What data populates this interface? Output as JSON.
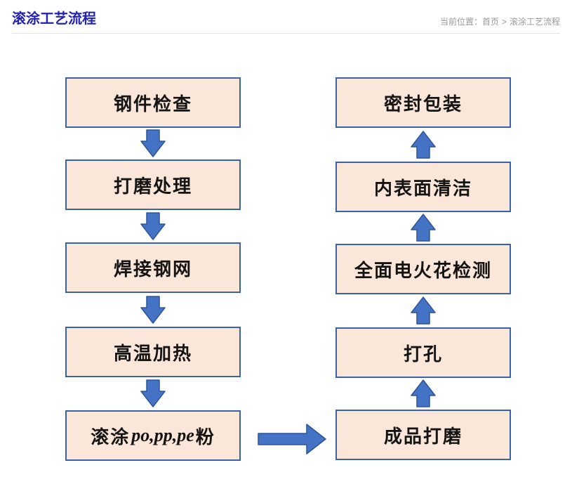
{
  "header": {
    "title": "滚涂工艺流程",
    "breadcrumb": {
      "label": "当前位置：",
      "home": "首页",
      "separator": ">",
      "current": "滚涂工艺流程"
    }
  },
  "flow": {
    "left_column_top_to_bottom": [
      {
        "label": "钢件检查"
      },
      {
        "label": "打磨处理"
      },
      {
        "label": "焊接钢网"
      },
      {
        "label": "高温加热"
      },
      {
        "prefix": "滚涂 ",
        "latin": "po,pp,pe",
        "suffix": " 粉"
      }
    ],
    "right_column_top_to_bottom": [
      {
        "label": "密封包装"
      },
      {
        "label": "内表面清洁"
      },
      {
        "label": "全面电火花检测"
      },
      {
        "label": "打孔"
      },
      {
        "label": "成品打磨"
      }
    ],
    "flow_order": [
      "钢件检查",
      "打磨处理",
      "焊接钢网",
      "高温加热",
      "滚涂 po,pp,pe 粉",
      "成品打磨",
      "打孔",
      "全面电火花检测",
      "内表面清洁",
      "密封包装"
    ],
    "icons": {
      "arrow_down": "⬇",
      "arrow_up": "⬆",
      "arrow_right": "➡"
    },
    "colors": {
      "box_fill": "#fbe7d9",
      "box_border": "#3a62a8",
      "arrow_fill": "#4472c4",
      "arrow_stroke": "#2e5597",
      "title": "#2222b2",
      "breadcrumb_text": "#999999"
    }
  }
}
